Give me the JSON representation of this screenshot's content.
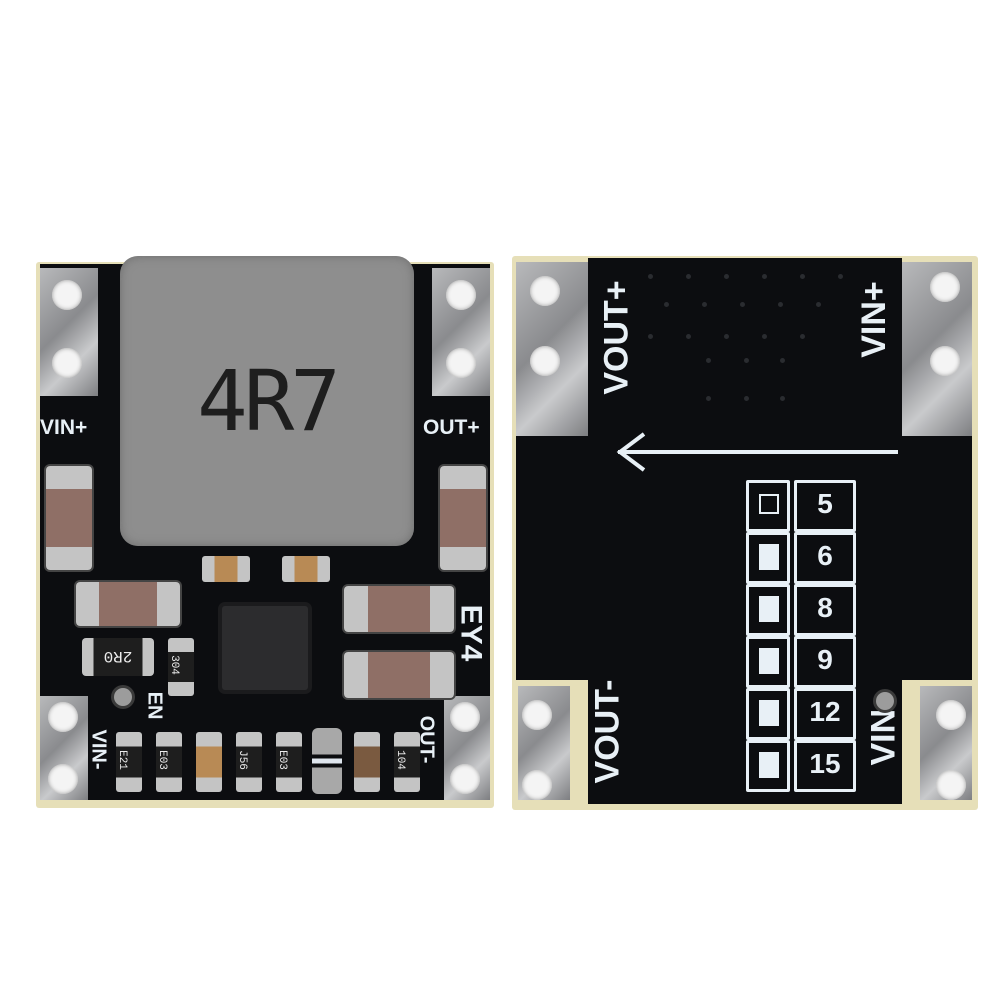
{
  "photo": {
    "subject": "Mini DC-DC buck converter module, top and bottom views",
    "background": "#ffffff"
  },
  "front_board": {
    "inductor_marking": "4R7",
    "labels": {
      "vin_plus": "VIN+",
      "out_plus": "OUT+",
      "vin_minus": "VIN-",
      "out_minus": "OUT-",
      "enable": "EN",
      "board_code": "EY4"
    },
    "components": {
      "resistor_2r0": "2R0",
      "resistor_304": "304",
      "bottom_row": [
        "E21",
        "E03",
        "",
        "J56",
        "E03",
        "",
        "",
        "104"
      ]
    }
  },
  "back_board": {
    "labels": {
      "vout_plus": "VOUT+",
      "vin_plus": "VIN+",
      "vout_minus": "VOUT-",
      "vin_minus": "VIN-"
    },
    "direction_arrow": "left",
    "voltage_table": {
      "rows": [
        {
          "value": "5",
          "pad_bridged": false
        },
        {
          "value": "6",
          "pad_bridged": true
        },
        {
          "value": "8",
          "pad_bridged": true
        },
        {
          "value": "9",
          "pad_bridged": true
        },
        {
          "value": "12",
          "pad_bridged": true
        },
        {
          "value": "15",
          "pad_bridged": true
        }
      ]
    }
  }
}
